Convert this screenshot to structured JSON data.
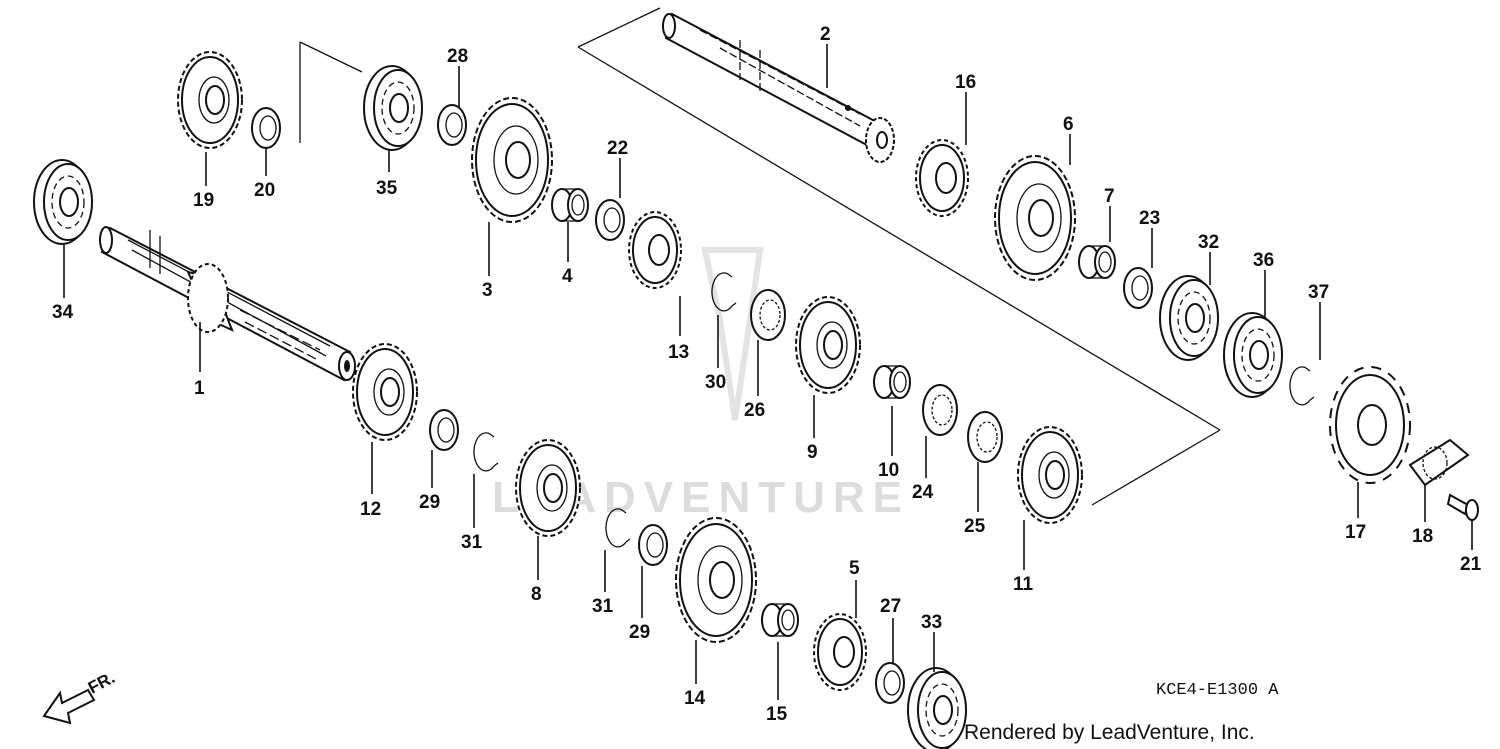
{
  "diagram": {
    "watermark_text": "LEADVENTURE",
    "diagram_code": "KCE4-E1300 A",
    "credit": "Rendered by LeadVenture, Inc.",
    "front_label": "FR.",
    "part_labels": {
      "p1": "1",
      "p2": "2",
      "p3": "3",
      "p4": "4",
      "p5": "5",
      "p6": "6",
      "p7": "7",
      "p8": "8",
      "p9": "9",
      "p10": "10",
      "p11": "11",
      "p12": "12",
      "p13": "13",
      "p14": "14",
      "p15": "15",
      "p16": "16",
      "p17": "17",
      "p18": "18",
      "p19": "19",
      "p20": "20",
      "p21": "21",
      "p22": "22",
      "p23": "23",
      "p24": "24",
      "p25": "25",
      "p26": "26",
      "p27": "27",
      "p28": "28",
      "p29a": "29",
      "p29b": "29",
      "p30": "30",
      "p31a": "31",
      "p31b": "31",
      "p32": "32",
      "p33": "33",
      "p34": "34",
      "p35": "35",
      "p36": "36",
      "p37": "37"
    }
  }
}
